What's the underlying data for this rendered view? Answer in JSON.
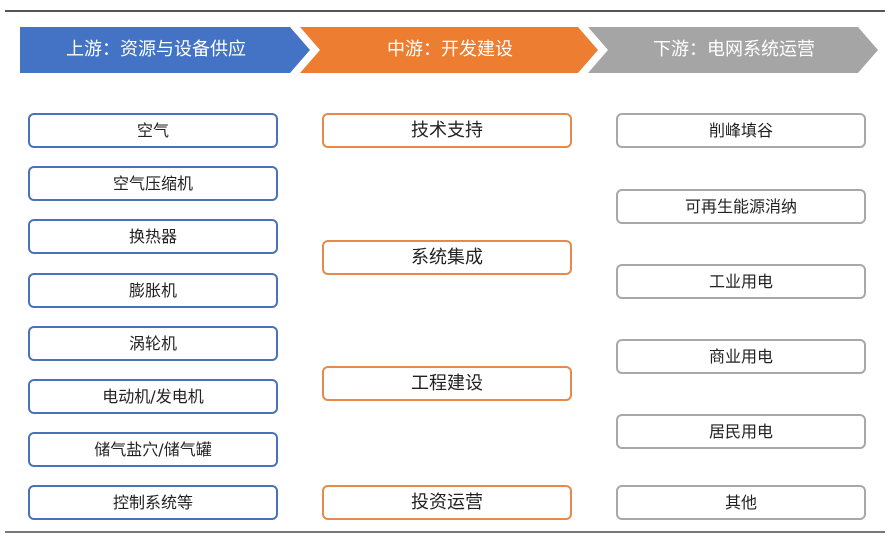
{
  "headers": [
    {
      "label": "上游：资源与设备供应",
      "color": "#4472c4"
    },
    {
      "label": "中游：开发建设",
      "color": "#ed7d31"
    },
    {
      "label": "下游：电网系统运营",
      "color": "#a5a5a5"
    }
  ],
  "upstream": [
    "空气",
    "空气压缩机",
    "换热器",
    "膨胀机",
    "涡轮机",
    "电动机/发电机",
    "储气盐穴/储气罐",
    "控制系统等"
  ],
  "midstream": [
    "技术支持",
    "系统集成",
    "工程建设",
    "投资运营"
  ],
  "downstream": [
    "削峰填谷",
    "可再生能源消纳",
    "工业用电",
    "商业用电",
    "居民用电",
    "其他"
  ]
}
